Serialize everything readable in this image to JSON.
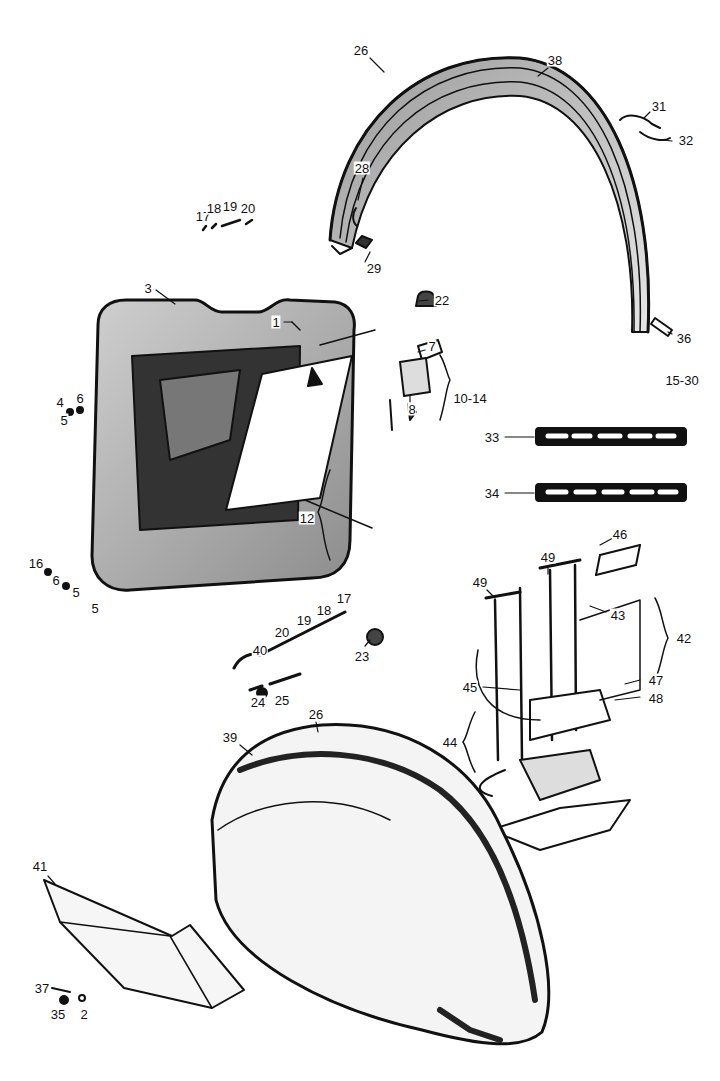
{
  "diagram": {
    "labels": [
      "26",
      "38",
      "31",
      "32",
      "28",
      "29",
      "22",
      "36",
      "15-30",
      "17",
      "18",
      "19",
      "20",
      "33",
      "34",
      "1",
      "3",
      "4",
      "5",
      "6",
      "7",
      "8",
      "10-14",
      "12",
      "16",
      "6",
      "5",
      "5",
      "46",
      "49",
      "49",
      "43",
      "42",
      "45",
      "44",
      "47",
      "48",
      "40",
      "20",
      "19",
      "18",
      "17",
      "23",
      "24",
      "25",
      "26",
      "39",
      "41",
      "37",
      "35",
      "2"
    ]
  }
}
